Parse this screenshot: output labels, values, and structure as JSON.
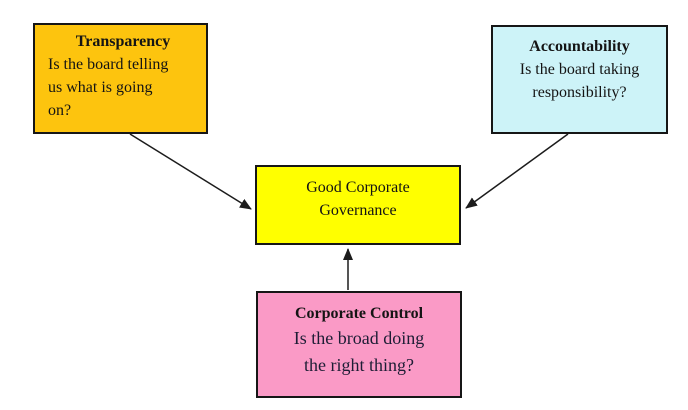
{
  "diagram": {
    "nodes": {
      "transparency": {
        "title": "Transparency",
        "body": "Is the board telling\nus what is going\non?",
        "fill": "#fdc40e"
      },
      "accountability": {
        "title": "Accountability",
        "body": "Is the board taking\nresponsibility?",
        "fill": "#cdf3f8"
      },
      "governance": {
        "title": "Good Corporate\nGovernance",
        "fill": "#ffff00"
      },
      "control": {
        "title": "Corporate Control",
        "body": "Is the broad doing\nthe right thing?",
        "fill": "#fa9ac6"
      }
    },
    "edges": [
      {
        "from": "transparency",
        "to": "governance"
      },
      {
        "from": "accountability",
        "to": "governance"
      },
      {
        "from": "control",
        "to": "governance"
      }
    ],
    "colors": {
      "border": "#161616",
      "arrow": "#1c1c1c",
      "background": "#ffffff"
    }
  }
}
